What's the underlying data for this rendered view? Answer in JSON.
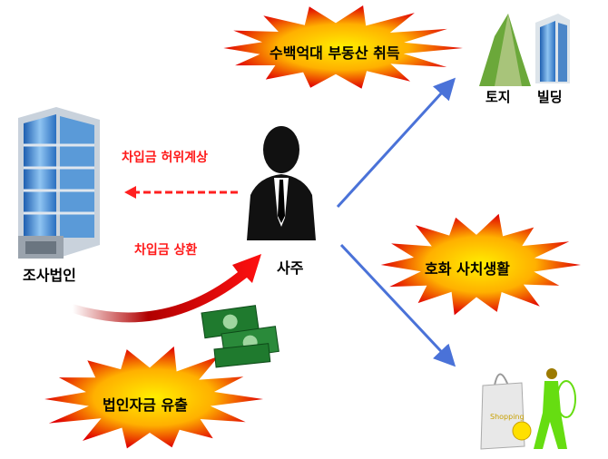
{
  "bursts": {
    "real_estate": "수백억대 부동산 취득",
    "luxury": "호화 사치생활",
    "outflow": "법인자금 유출"
  },
  "labels": {
    "land": "토지",
    "building": "빌딩",
    "false_loan": "차입금 허위계상",
    "loan_repay": "차입금 상환",
    "company": "조사법인",
    "owner": "사주",
    "shopping": "Shopping"
  },
  "colors": {
    "blue_arrow": "#4a72d8",
    "red_arrow": "#ff2020",
    "burst_outer": "#e00000",
    "burst_inner": "#ffee00"
  }
}
